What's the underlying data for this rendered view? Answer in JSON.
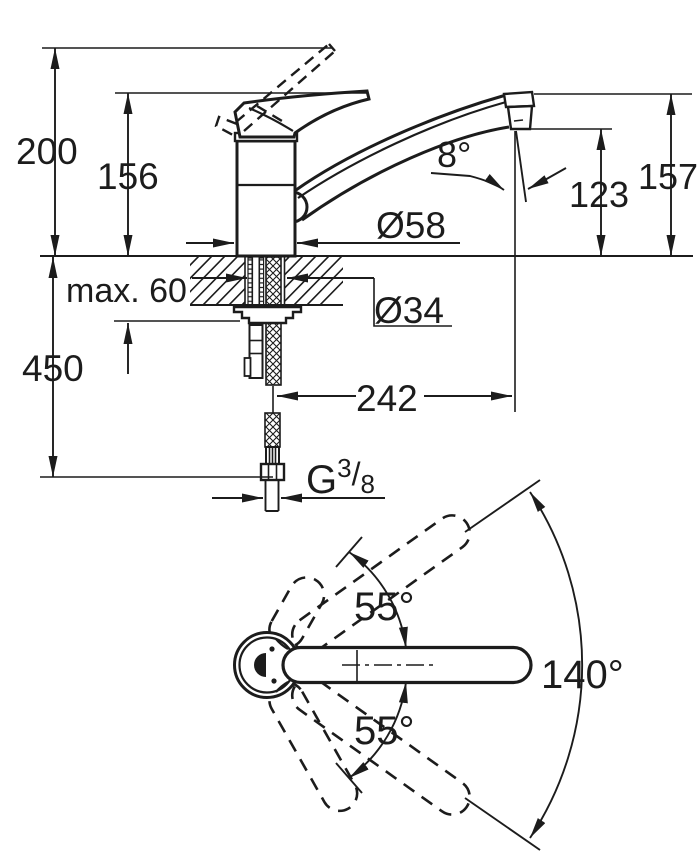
{
  "colors": {
    "ink": "#1c1c1c",
    "background": "#ffffff"
  },
  "labels": {
    "height_total": "200",
    "height_to_handle_top": "156",
    "max_counter_thickness": "max. 60",
    "hose_length_below_deck": "450",
    "base_diameter": "Ø58",
    "shank_diameter": "Ø34",
    "spout_reach": "242",
    "stream_angle": "8°",
    "outlet_height": "123",
    "spout_tip_height": "157",
    "thread": {
      "letter": "G",
      "numerator": "3",
      "slash": "/",
      "denominator": "8"
    },
    "swivel_upper": "55°",
    "swivel_lower": "55°",
    "swivel_total": "140°"
  }
}
